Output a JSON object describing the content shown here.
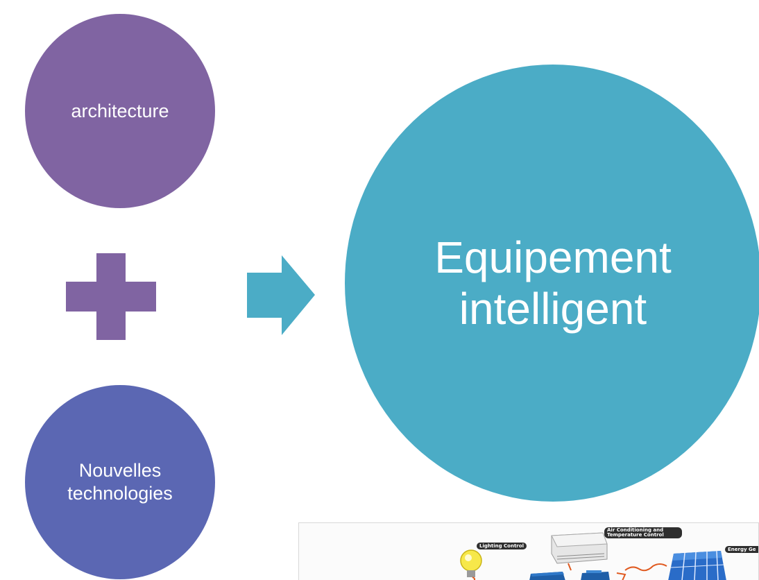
{
  "diagram": {
    "inputs": [
      {
        "label": [
          "architecture"
        ],
        "color": "#8064a2"
      },
      {
        "label": [
          "Nouvelles",
          "technologies"
        ],
        "color": "#5b67b3"
      }
    ],
    "result": {
      "label": [
        "Equipement",
        "intelligent"
      ],
      "color": "#4bacc6"
    },
    "operator_symbol": "plus-icon",
    "operator_color": "#8064a2",
    "connector_symbol": "arrow-right-icon",
    "connector_color": "#4bacc6"
  },
  "illustration": {
    "tags": [
      "Lighting Control",
      "Air Conditioning and Temperature Control",
      "Energy Ge"
    ]
  }
}
